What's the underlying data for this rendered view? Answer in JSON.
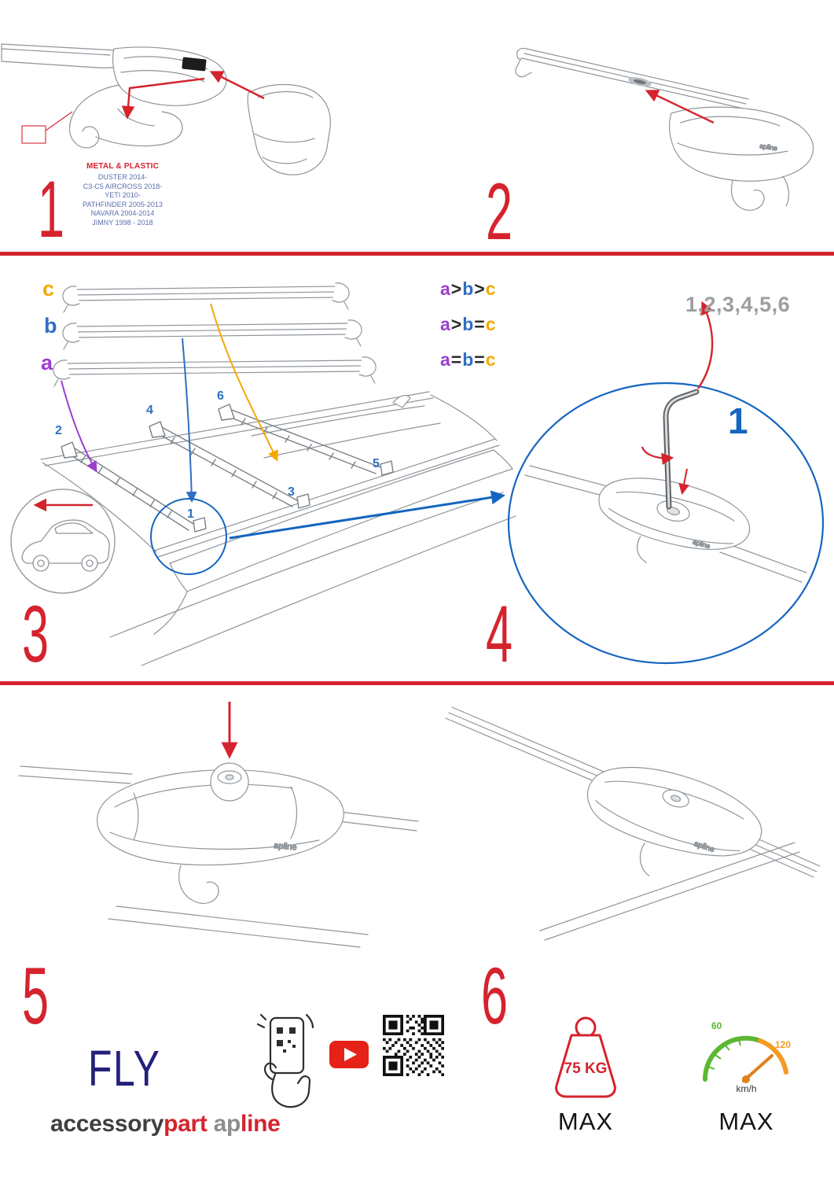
{
  "steps": {
    "s1": {
      "num": "1",
      "material": "METAL & PLASTIC",
      "models": [
        "DUSTER 2014-",
        "C3-C5 AIRCROSS 2018-",
        "YETI 2010-",
        "PATHFINDER 2005-2013",
        "NAVARA 2004-2014",
        "JIMNY 1998 - 2018"
      ]
    },
    "s2": {
      "num": "2"
    },
    "s3": {
      "num": "3",
      "bar_labels": [
        "c",
        "b",
        "a"
      ],
      "legend": [
        [
          "a",
          ">",
          "b",
          ">",
          "c"
        ],
        [
          "a",
          ">",
          "b",
          "=",
          "c"
        ],
        [
          "a",
          "=",
          "b",
          "=",
          "c"
        ]
      ],
      "positions": [
        "1",
        "2",
        "3",
        "4",
        "5",
        "6"
      ]
    },
    "s4": {
      "num": "4",
      "sequence": "1,2,3,4,5,6",
      "callout": "1"
    },
    "s5": {
      "num": "5"
    },
    "s6": {
      "num": "6"
    }
  },
  "branding": {
    "fly": "FLY",
    "brand_gray": "accessory",
    "brand_red": "part",
    "logo_gray": "ap",
    "logo_red": "line",
    "part_logo": "apline"
  },
  "limits": {
    "weight": "75 KG",
    "weight_max": "MAX",
    "speed_green": "60",
    "speed_orange": "120",
    "speed_unit": "km/h",
    "speed_max": "MAX"
  },
  "icons": {
    "youtube": "youtube-play-button",
    "qr": "qr-code",
    "scan": "hand-scanning-phone",
    "weight": "max-load-weight",
    "speedometer": "max-speed-gauge"
  },
  "colors": {
    "accent_red": "#d5232d",
    "blue": "#2f6fc4",
    "purple": "#9b3fd1",
    "orange": "#f5a800",
    "navy": "#23217a",
    "gray_text": "#9e9e9e",
    "green": "#5cb832",
    "speed_orange": "#f59a23"
  }
}
